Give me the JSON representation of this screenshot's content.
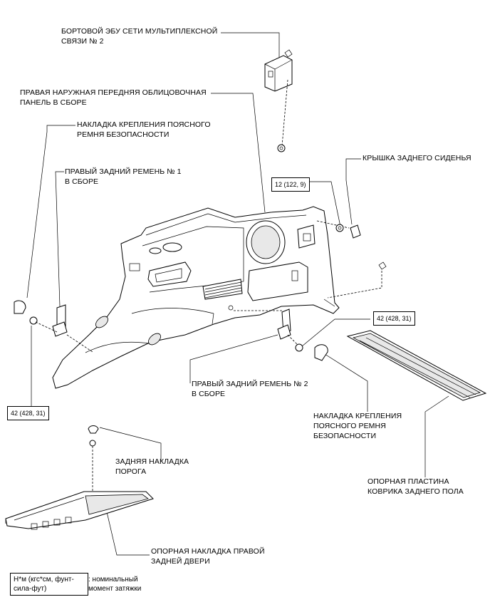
{
  "labels": {
    "ecu": [
      "БОРТОВОЙ ЭБУ СЕТИ МУЛЬТИПЛЕКСНОЙ",
      "СВЯЗИ № 2"
    ],
    "panel": [
      "ПРАВАЯ НАРУЖНАЯ ПЕРЕДНЯЯ ОБЛИЦОВОЧНАЯ",
      "ПАНЕЛЬ В СБОРЕ"
    ],
    "cover_top": [
      "НАКЛАДКА КРЕПЛЕНИЯ ПОЯСНОГО",
      "РЕМНЯ БЕЗОПАСНОСТИ"
    ],
    "belt1": [
      "ПРАВЫЙ ЗАДНИЙ РЕМЕНЬ № 1",
      "В СБОРЕ"
    ],
    "seat_cover": [
      "КРЫШКА ЗАДНЕГО СИДЕНЬЯ"
    ],
    "belt2": [
      "ПРАВЫЙ ЗАДНИЙ РЕМЕНЬ № 2",
      "В СБОРЕ"
    ],
    "cover_bottom": [
      "НАКЛАДКА КРЕПЛЕНИЯ",
      "ПОЯСНОГО РЕМНЯ",
      "БЕЗОПАСНОСТИ"
    ],
    "floor_plate": [
      "ОПОРНАЯ ПЛАСТИНА",
      "КОВРИКА ЗАДНЕГО ПОЛА"
    ],
    "threshold": [
      "ЗАДНЯЯ НАКЛАДКА",
      "ПОРОГА"
    ],
    "door_scuff": [
      "ОПОРНАЯ НАКЛАДКА ПРАВОЙ",
      "ЗАДНЕЙ ДВЕРИ"
    ]
  },
  "torques": {
    "t1": "12 (122, 9)",
    "t2": "42 (428, 31)",
    "t3": "42 (428, 31)"
  },
  "legend": {
    "box": [
      "Н*м (кгс*см, фунт-",
      "сила-фут)"
    ],
    "text": [
      ": номинальный",
      "момент затяжки"
    ]
  }
}
